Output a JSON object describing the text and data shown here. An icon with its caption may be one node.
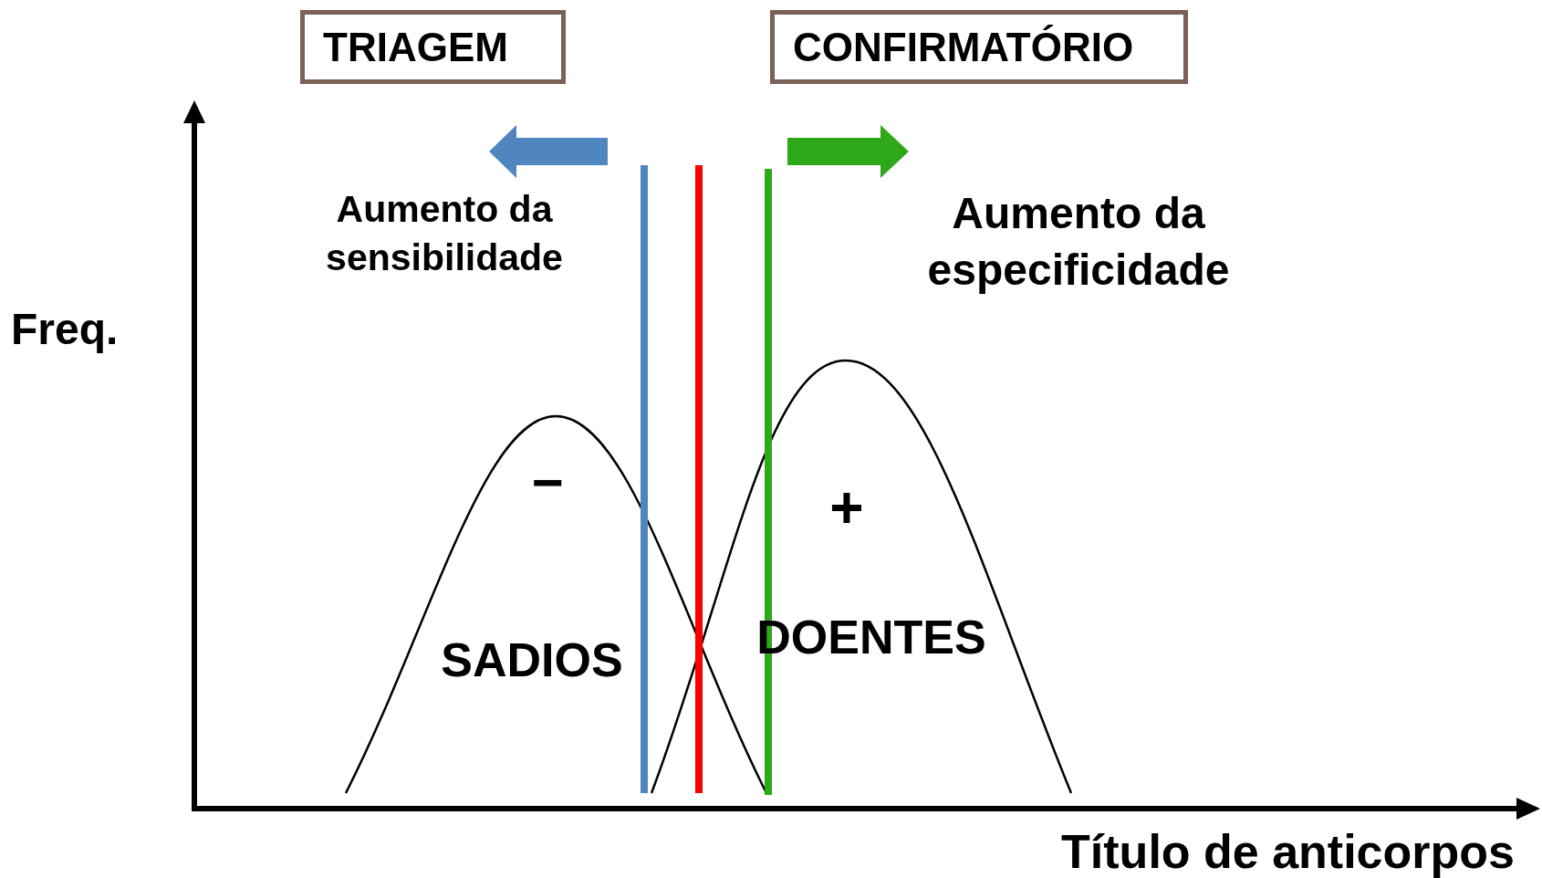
{
  "diagram": {
    "nodes": [
      {
        "text": [
          "TRIAGEM"
        ]
      },
      {
        "text": [
          "CONFIRMATÓRIO"
        ]
      }
    ],
    "labels": [
      "Aumento da sensibilidade",
      "Aumento da especificidade",
      "Freq.",
      "−",
      "+",
      "SADIOS",
      "DOENTES",
      "Título de anticorpos"
    ]
  }
}
